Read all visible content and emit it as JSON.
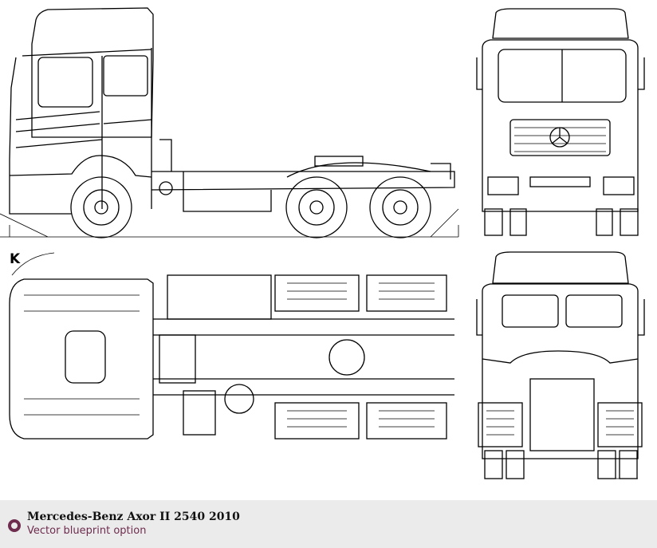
{
  "blueprint": {
    "view_marker": "K"
  },
  "caption": {
    "title": "Mercedes-Benz Axor II 2540 2010",
    "subtitle": "Vector blueprint option",
    "accent_color": "#6e2c4e"
  }
}
